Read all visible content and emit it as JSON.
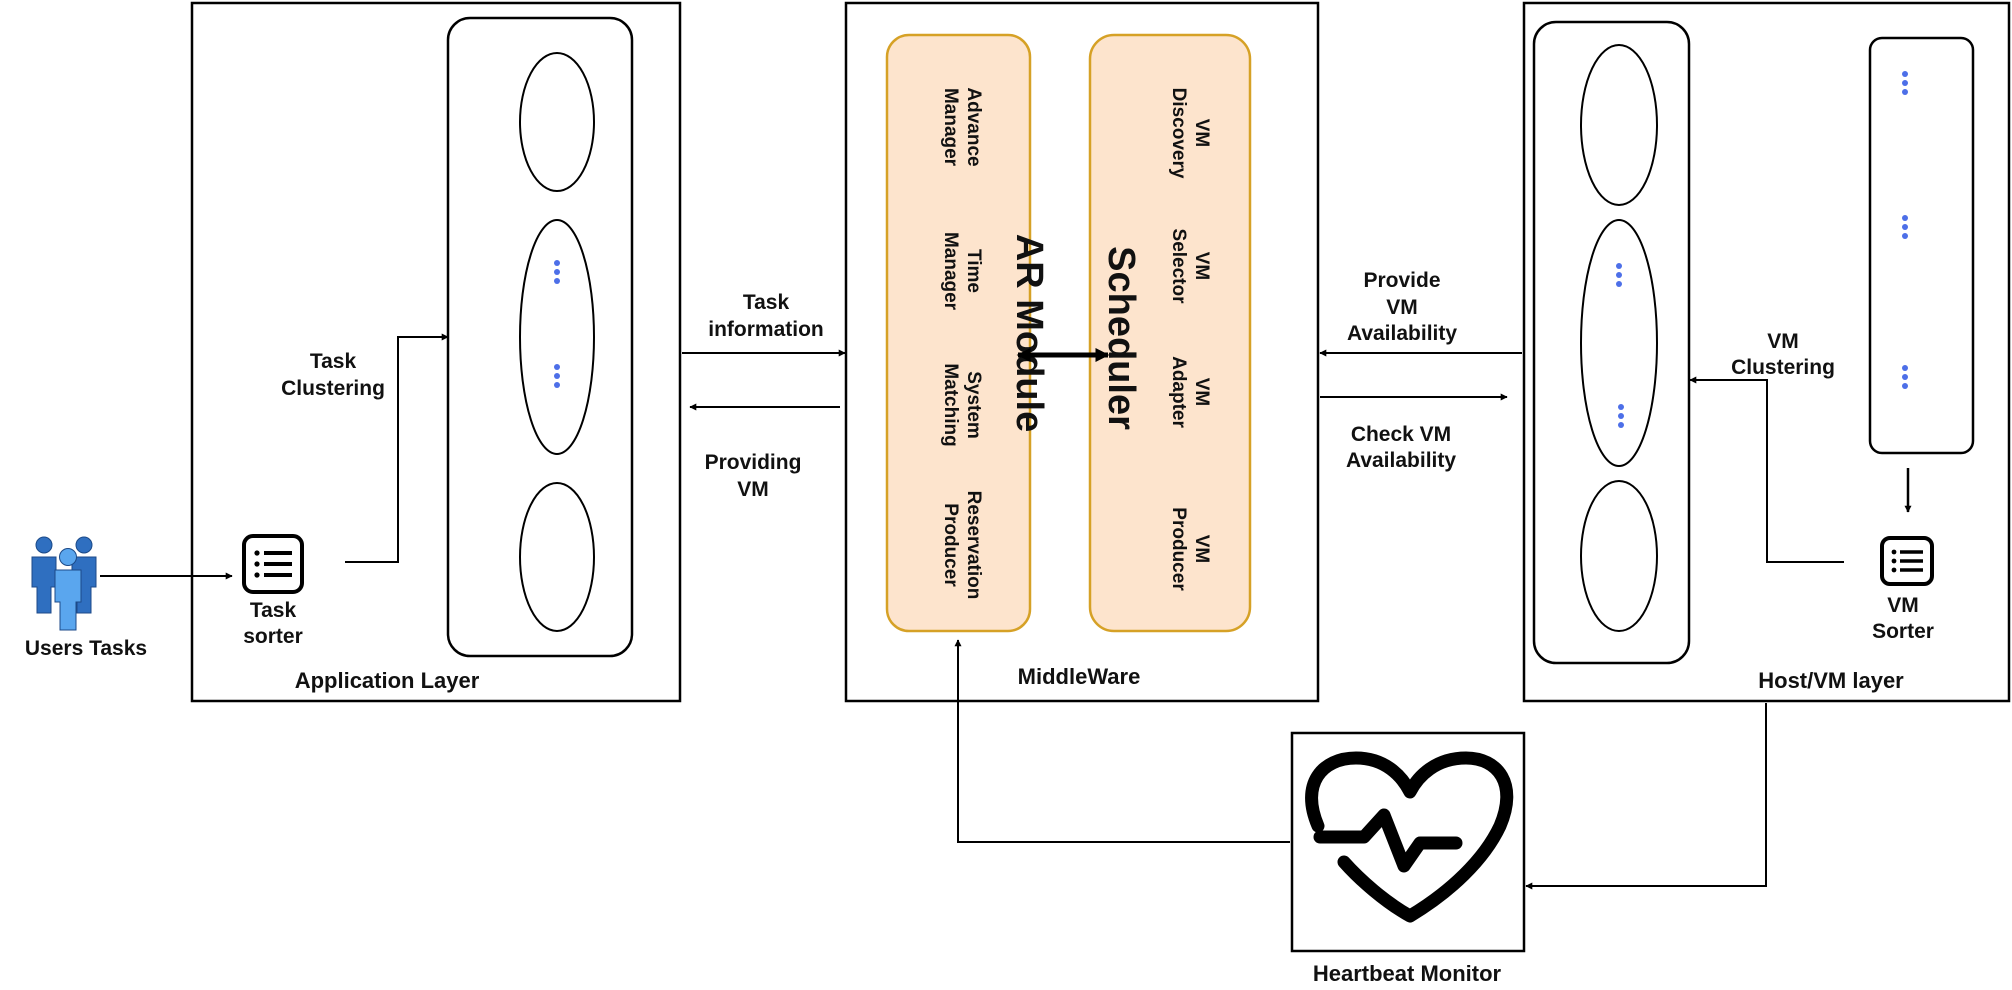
{
  "labels": {
    "users_tasks": "Users Tasks",
    "task_sorter_l1": "Task",
    "task_sorter_l2": "sorter",
    "task_clustering_l1": "Task",
    "task_clustering_l2": "Clustering",
    "application_layer": "Application Layer",
    "task_info_l1": "Task",
    "task_info_l2": "information",
    "providing_vm_l1": "Providing",
    "providing_vm_l2": "VM",
    "middleware": "MiddleWare",
    "provide_vm_l1": "Provide",
    "provide_vm_l2": "VM",
    "provide_vm_l3": "Availability",
    "check_vm_l1": "Check VM",
    "check_vm_l2": "Availability",
    "vm_clustering_l1": "VM",
    "vm_clustering_l2": "Clustering",
    "vm_sorter_l1": "VM",
    "vm_sorter_l2": "Sorter",
    "host_vm_layer": "Host/VM layer",
    "heartbeat_monitor": "Heartbeat Monitor"
  },
  "ar_module": {
    "title": "AR Module",
    "items": [
      [
        "Advance",
        "Manager"
      ],
      [
        "Time",
        "Manager"
      ],
      [
        "System",
        "Matching"
      ],
      [
        "Reservation",
        "Producer"
      ]
    ]
  },
  "scheduler": {
    "title": "Scheduler",
    "items": [
      [
        "VM",
        "Discovery"
      ],
      [
        "VM",
        "Selector"
      ],
      [
        "VM",
        "Adapter"
      ],
      [
        "VM",
        "Producer"
      ]
    ]
  },
  "colors": {
    "module_fill": "#fde4cd",
    "module_stroke": "#d6a126",
    "dots": "#4d6fe8"
  }
}
